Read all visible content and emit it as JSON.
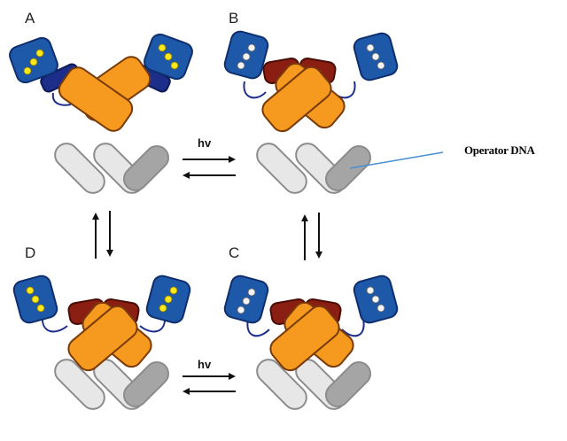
{
  "panels": [
    {
      "letter": "A",
      "chromophore_state": "dark",
      "dna_bound": false
    },
    {
      "letter": "B",
      "chromophore_state": "lit",
      "dna_bound": false
    },
    {
      "letter": "C",
      "chromophore_state": "lit",
      "dna_bound": true
    },
    {
      "letter": "D",
      "chromophore_state": "dark",
      "dna_bound": true
    }
  ],
  "arrows": {
    "top_label": "hv",
    "bottom_label": "hv"
  },
  "callout": {
    "label": "Operator DNA"
  },
  "colors": {
    "orange": "#f59a1e",
    "orange_stroke": "#7a3a05",
    "maroon": "#8a1e12",
    "blue": "#1e58a8",
    "blue_stroke": "#0e2e6e",
    "navy": "#1d2e8a",
    "yellow_dot": "#ffe81a",
    "white_dot": "#f4f4f4",
    "dna_light": "#e7e7e7",
    "dna_dark": "#a5a5a5",
    "dna_stroke": "#8c8c8c",
    "callout_line": "#4a8fd0"
  }
}
